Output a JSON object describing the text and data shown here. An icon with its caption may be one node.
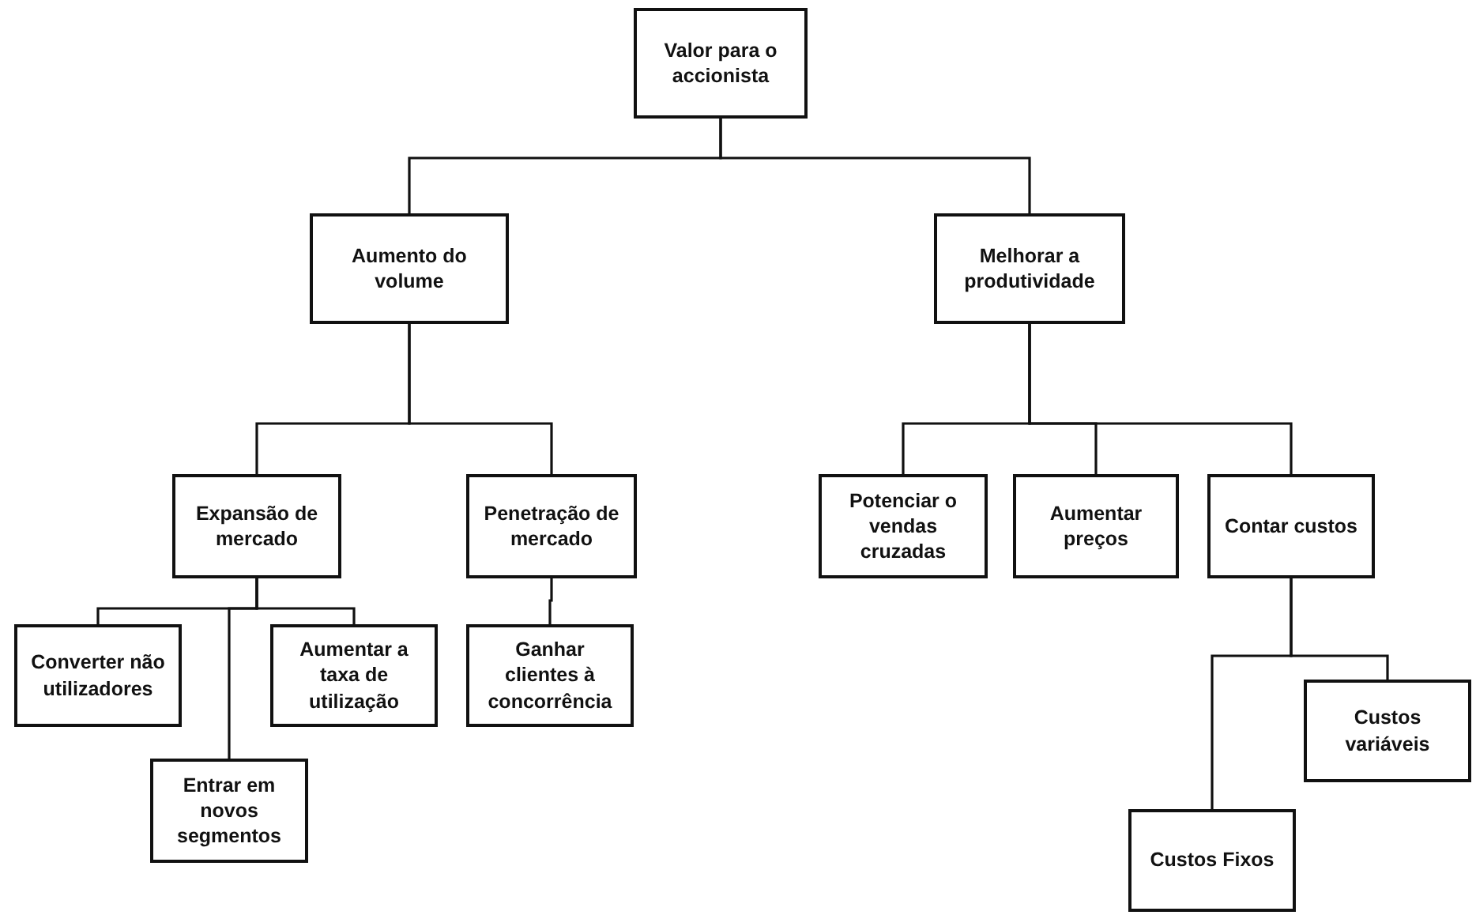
{
  "diagram": {
    "nodes": [
      {
        "text": [
          "Valor para o accionista"
        ]
      },
      {
        "text": [
          "Aumento do volume"
        ]
      },
      {
        "text": [
          "Melhorar a produtividade"
        ]
      },
      {
        "text": [
          "Expansão de mercado"
        ]
      },
      {
        "text": [
          "Penetração de mercado"
        ]
      },
      {
        "text": [
          "Potenciar o vendas cruzadas"
        ]
      },
      {
        "text": [
          "Aumentar preços"
        ]
      },
      {
        "text": [
          "Contar custos"
        ]
      },
      {
        "text": [
          "Converter não utilizadores"
        ]
      },
      {
        "text": [
          "Entrar em novos segmentos"
        ]
      },
      {
        "text": [
          "Aumentar a taxa de utilização"
        ]
      },
      {
        "text": [
          "Ganhar clientes à concorrência"
        ]
      },
      {
        "text": [
          "Custos variáveis"
        ]
      },
      {
        "text": [
          "Custos Fixos"
        ]
      }
    ],
    "edges": [
      {
        "from": 0,
        "to": 1,
        "arrow": "none"
      },
      {
        "from": 0,
        "to": 2,
        "arrow": "none"
      },
      {
        "from": 1,
        "to": 3,
        "arrow": "none"
      },
      {
        "from": 1,
        "to": 4,
        "arrow": "none"
      },
      {
        "from": 2,
        "to": 5,
        "arrow": "none"
      },
      {
        "from": 2,
        "to": 6,
        "arrow": "none"
      },
      {
        "from": 2,
        "to": 7,
        "arrow": "none"
      },
      {
        "from": 3,
        "to": 8,
        "arrow": "none"
      },
      {
        "from": 3,
        "to": 9,
        "arrow": "none"
      },
      {
        "from": 3,
        "to": 10,
        "arrow": "none"
      },
      {
        "from": 4,
        "to": 11,
        "arrow": "none"
      },
      {
        "from": 7,
        "to": 12,
        "arrow": "none"
      },
      {
        "from": 7,
        "to": 13,
        "arrow": "none"
      }
    ]
  }
}
